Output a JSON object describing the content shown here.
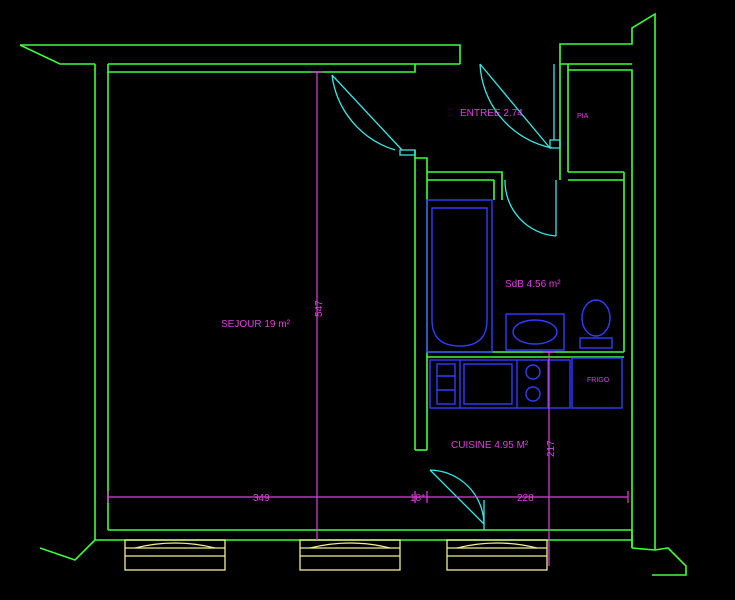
{
  "rooms": {
    "entree": "ENTREE 2.74",
    "pia": "PIA",
    "sdb": "SdB 4.56 m²",
    "sejour": "SEJOUR 19 m²",
    "frigo": "FRIGO",
    "cuisine": "CUISINE 4.95 M²"
  },
  "dimensions": {
    "sejour_height": "547",
    "sejour_width": "349",
    "door_width": "18*",
    "kitchen_width": "228",
    "kitchen_height": "217"
  },
  "colors": {
    "walls": "#3cff3c",
    "doors": "#37e8e8",
    "fixtures": "#2f3cff",
    "dimensions": "#e040e0",
    "windows": "#f2f08a",
    "background": "#000000"
  }
}
